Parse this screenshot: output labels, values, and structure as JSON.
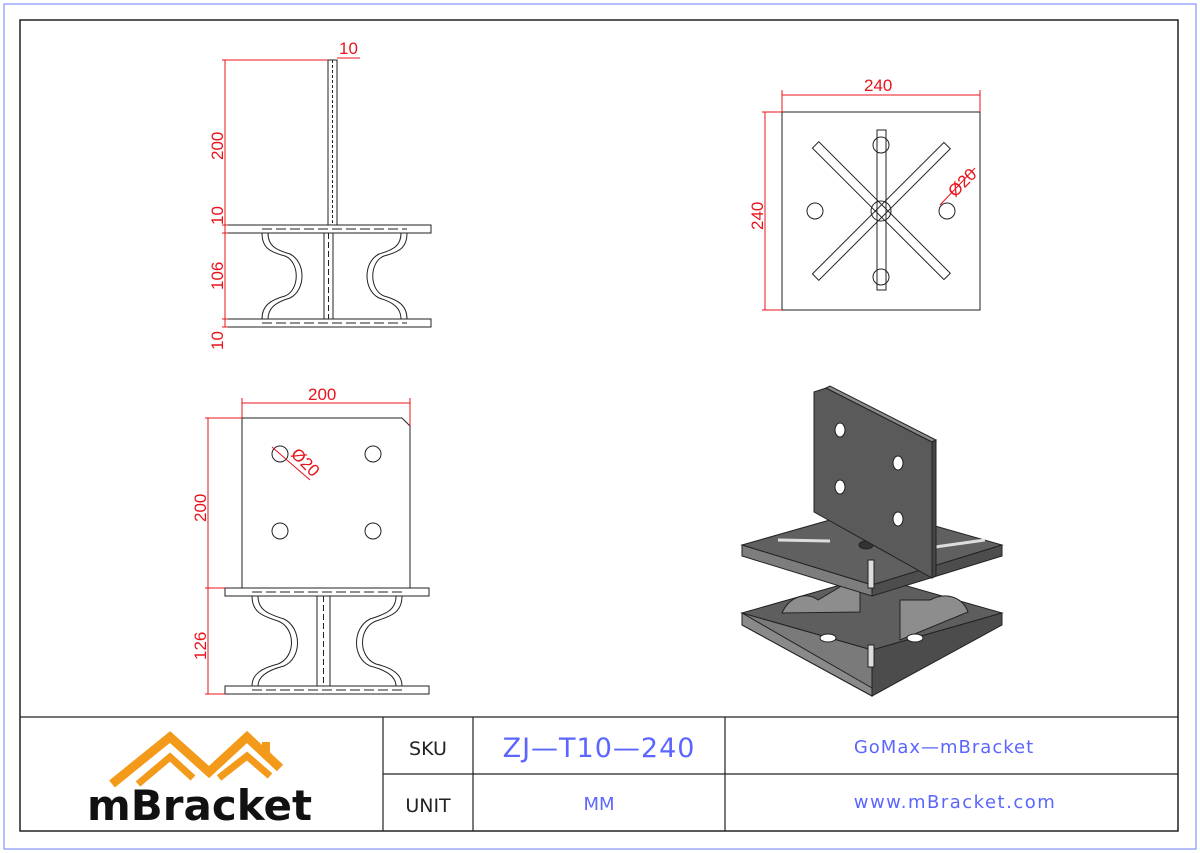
{
  "side_view": {
    "dim_plate_thickness": "10",
    "dim_plate_height": "200",
    "dim_top_plate": "10",
    "dim_body_height": "106",
    "dim_bottom_plate": "10"
  },
  "top_view": {
    "dim_width": "240",
    "dim_height": "240",
    "dim_hole": "Ø20"
  },
  "front_view": {
    "dim_width": "200",
    "dim_plate_height": "200",
    "dim_hole": "Ø20",
    "dim_body_height": "126"
  },
  "title_block": {
    "brand": "mBracket",
    "sku_label": "SKU",
    "sku_value": "ZJ—T10—240",
    "unit_label": "UNIT",
    "unit_value": "MM",
    "company": "GoMax—mBracket",
    "website": "www.mBracket.com"
  },
  "colors": {
    "dimension": "#e8141b",
    "title_text": "#5b66ff",
    "logo_orange": "#f39a1b",
    "logo_text": "#111111",
    "steel": "#6e6e6e"
  }
}
